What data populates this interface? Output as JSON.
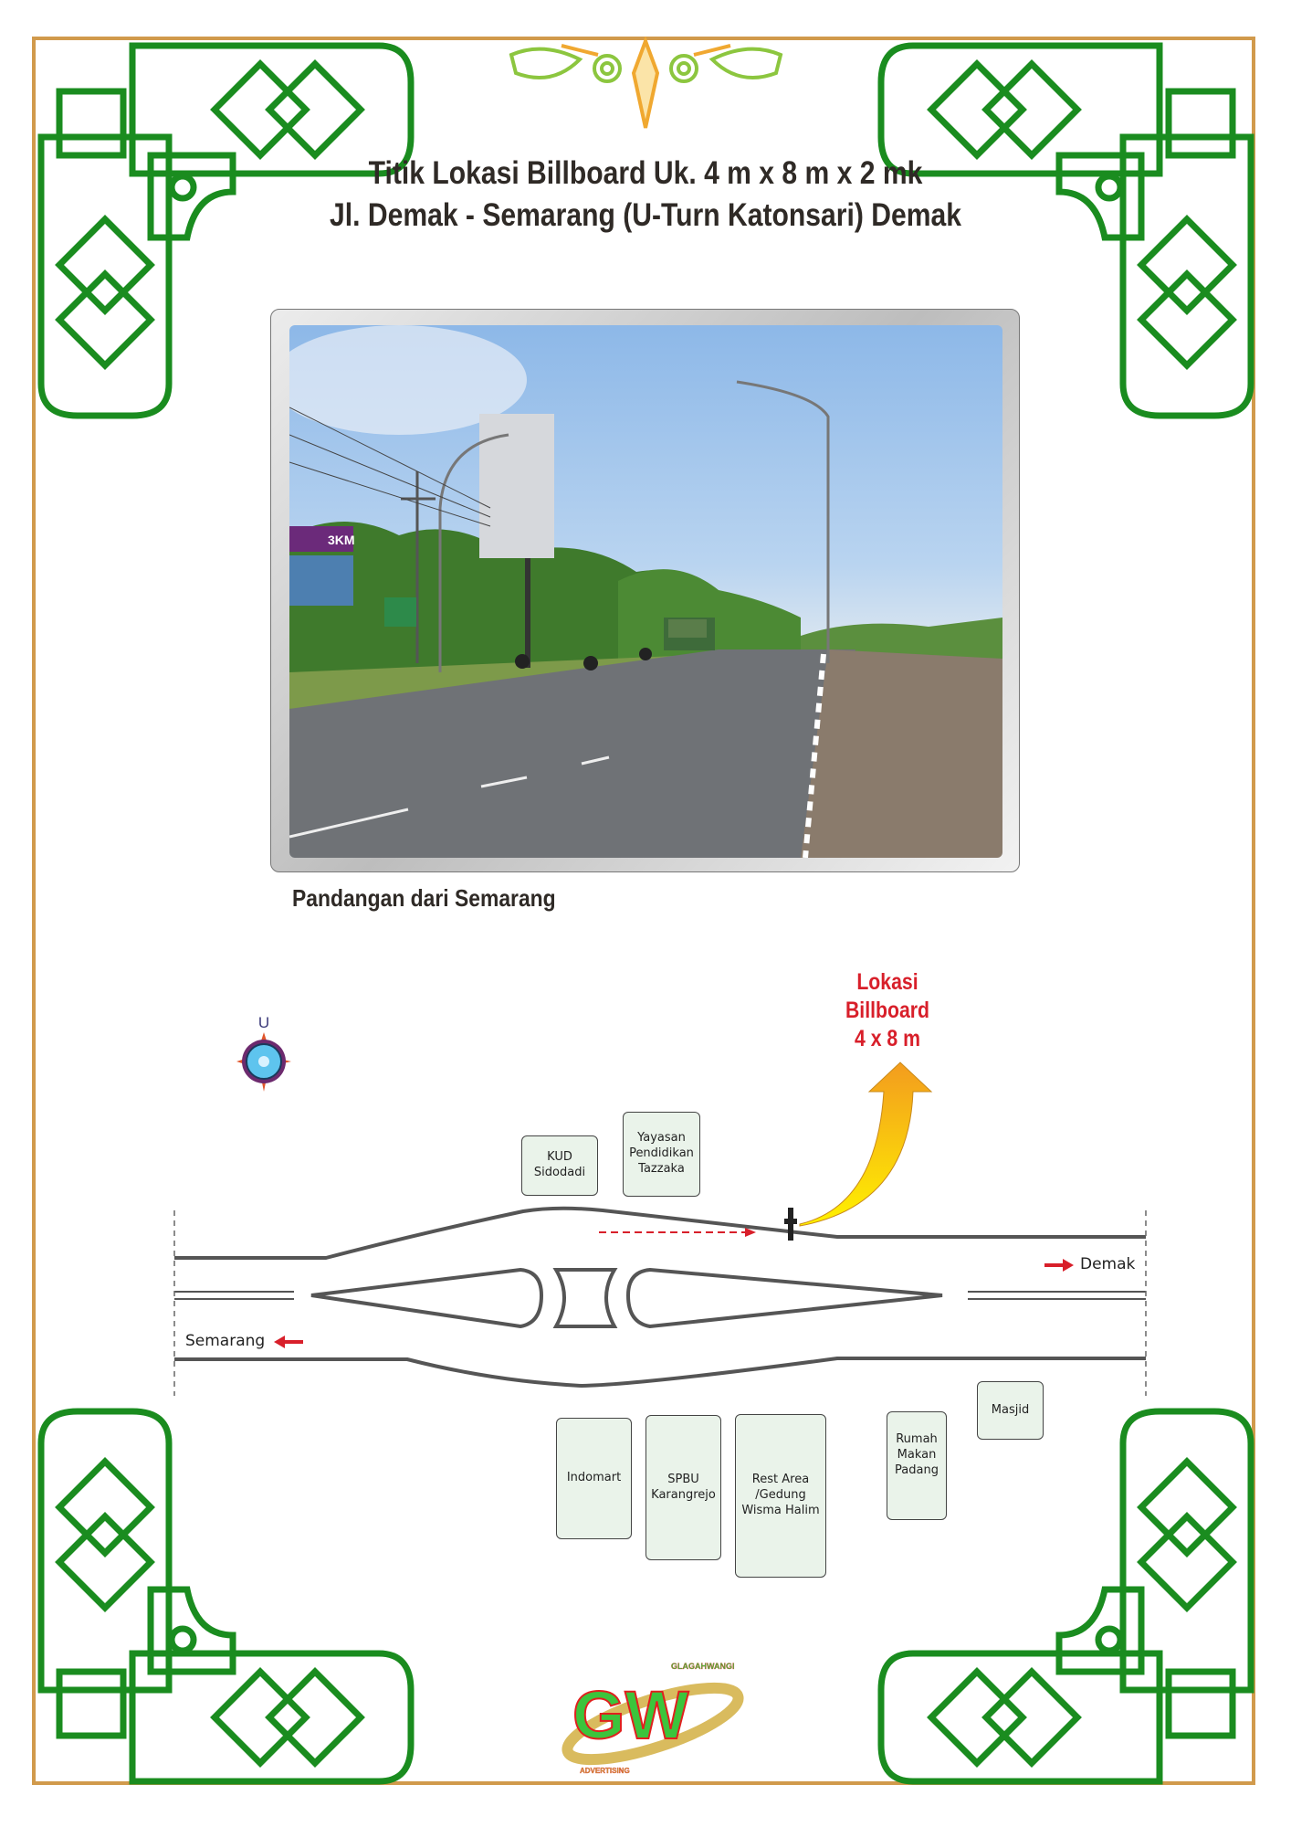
{
  "title": {
    "line1": "Titik Lokasi Billboard Uk. 4 m x 8 m x 2 mk",
    "line2": "Jl. Demak - Semarang (U-Turn Katonsari) Demak"
  },
  "photo": {
    "caption": "Pandangan dari Semarang",
    "sign_text": "3KM"
  },
  "map": {
    "compass_label": "U",
    "billboard_label": [
      "Lokasi",
      "Billboard",
      "4 x 8 m"
    ],
    "directions": {
      "east": "Demak",
      "west": "Semarang"
    },
    "landmarks_north": [
      {
        "lines": [
          "KUD",
          "Sidodadi"
        ]
      },
      {
        "lines": [
          "Yayasan",
          "Pendidikan",
          "Tazzaka"
        ]
      }
    ],
    "landmarks_south": [
      {
        "lines": [
          "Indomart"
        ]
      },
      {
        "lines": [
          "SPBU",
          "Karangrejo"
        ]
      },
      {
        "lines": [
          "Rest Area",
          "/Gedung",
          "Wisma Halim"
        ]
      },
      {
        "lines": [
          "Rumah",
          "Makan",
          "Padang"
        ]
      },
      {
        "lines": [
          "Masjid"
        ]
      }
    ]
  },
  "logo": {
    "mark": "GW",
    "top_text": "GLAGAHWANGI",
    "bottom_text": "ADVERTISING"
  },
  "colors": {
    "frame": "#d19a4c",
    "ornament": "#1a8c1f",
    "accent_red": "#d81f2a"
  }
}
